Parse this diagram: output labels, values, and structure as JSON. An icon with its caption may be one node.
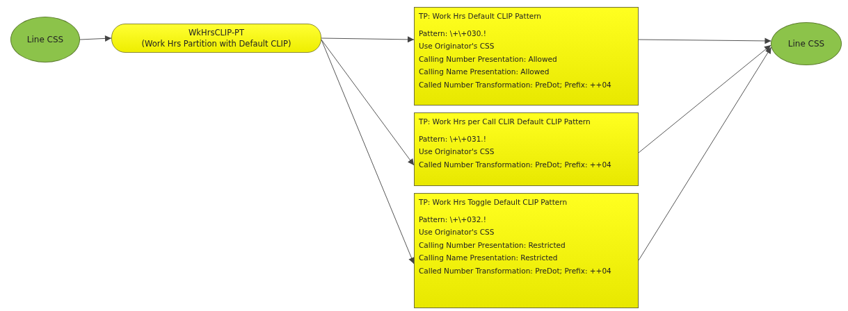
{
  "diagram": {
    "nodes": [
      {
        "text": [
          "Line CSS"
        ]
      },
      {
        "text": [
          "WkHrsCLIP-PT",
          "(Work Hrs Partition with Default CLIP)"
        ]
      },
      {
        "text": [
          "TP: Work Hrs Default CLIP Pattern",
          "Pattern: \\+\\+030.!",
          "Use Originator's CSS",
          "Calling Number Presentation: Allowed",
          "Calling Name Presentation: Allowed",
          "Called Number Transformation: PreDot; Prefix: ++04"
        ]
      },
      {
        "text": [
          "TP: Work Hrs per Call CLIR Default CLIP Pattern",
          "Pattern: \\+\\+031.!",
          "Use Originator's CSS",
          "Called Number Transformation: PreDot; Prefix: ++04"
        ]
      },
      {
        "text": [
          "TP: Work Hrs Toggle Default CLIP Pattern",
          "Pattern: \\+\\+032.!",
          "Use Originator's CSS",
          "Calling Number Presentation: Restricted",
          "Calling Name Presentation: Restricted",
          "Called Number Transformation: PreDot; Prefix: ++04"
        ]
      },
      {
        "text": [
          "Line CSS"
        ]
      }
    ],
    "edges": [
      {
        "from": 0,
        "to": 1,
        "arrow": "to"
      },
      {
        "from": 1,
        "to": 2,
        "arrow": "to"
      },
      {
        "from": 1,
        "to": 3,
        "arrow": "to"
      },
      {
        "from": 1,
        "to": 4,
        "arrow": "to"
      },
      {
        "from": 2,
        "to": 5,
        "arrow": "to"
      },
      {
        "from": 3,
        "to": 5,
        "arrow": "to"
      },
      {
        "from": 4,
        "to": 5,
        "arrow": "to"
      }
    ]
  }
}
